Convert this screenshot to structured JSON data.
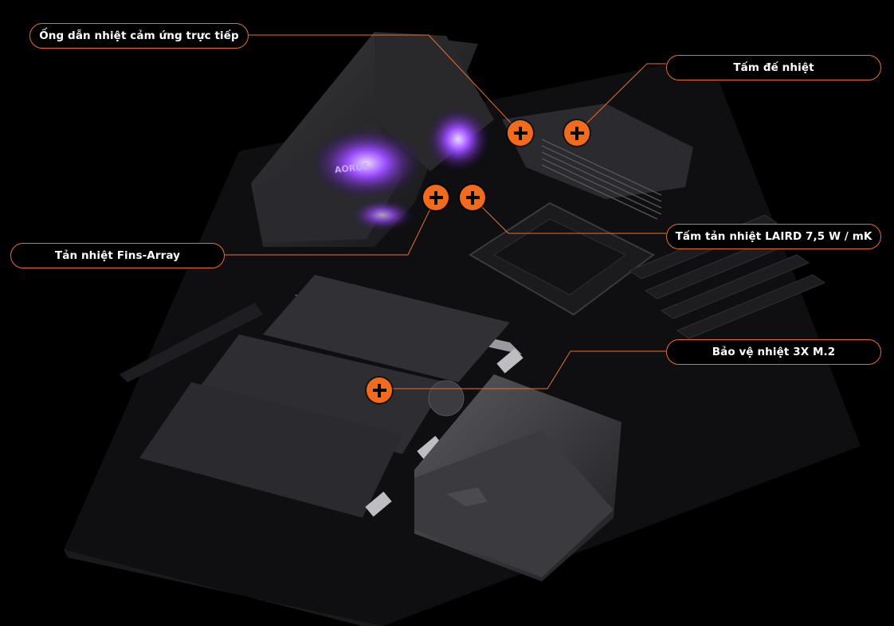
{
  "image": {
    "subject": "AORUS motherboard thermal design",
    "accent_color": "#f26a1b",
    "line_color": "#e8702a",
    "board_marking": "AORUS"
  },
  "callouts": [
    {
      "id": "heatpipe",
      "label": "Ống dẫn nhiệt cảm ứng trực tiếp"
    },
    {
      "id": "thermal-pad",
      "label": "Tấm đế nhiệt"
    },
    {
      "id": "fins-array",
      "label": "Tản nhiệt Fins-Array"
    },
    {
      "id": "laird",
      "label": "Tấm tản nhiệt LAIRD 7,5 W / mK"
    },
    {
      "id": "m2-guard",
      "label": "Bảo vệ nhiệt 3X M.2"
    }
  ]
}
